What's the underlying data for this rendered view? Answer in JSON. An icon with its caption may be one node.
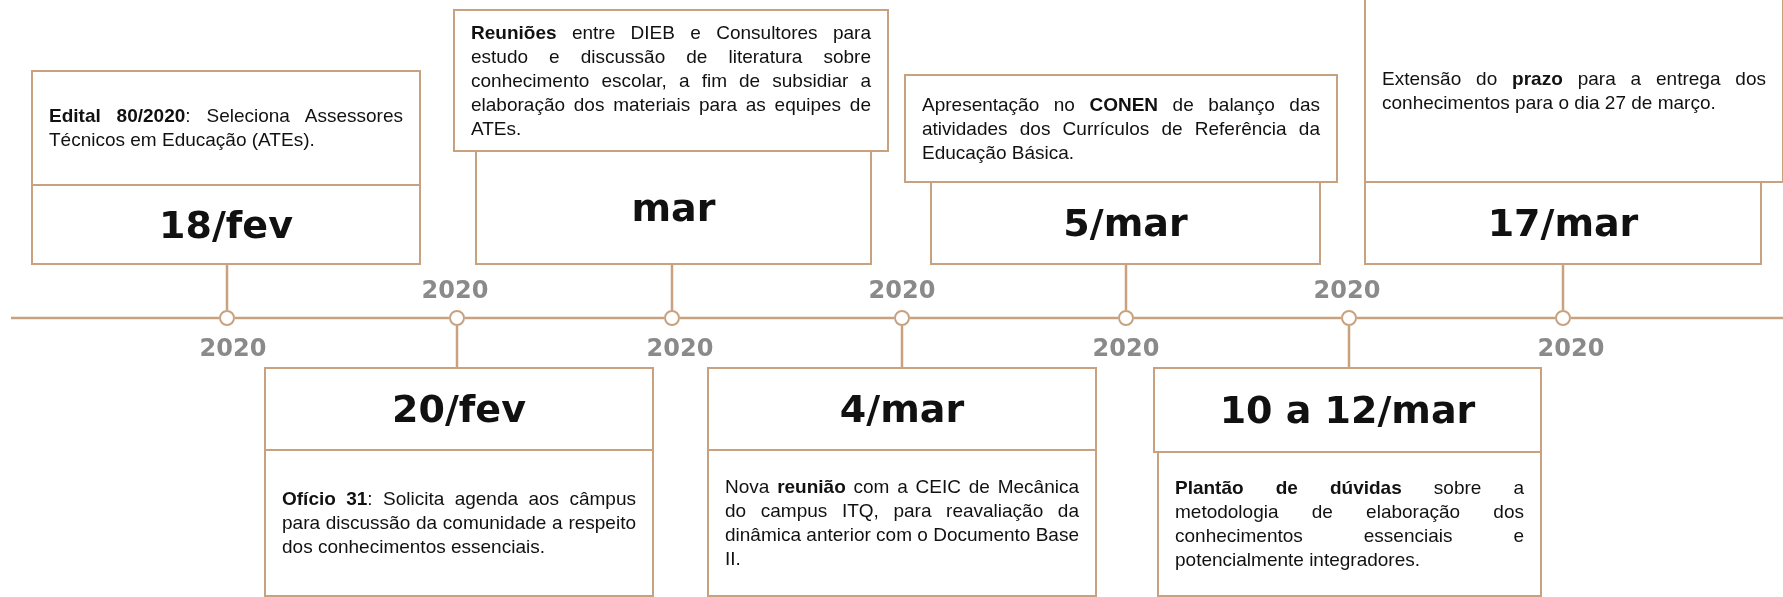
{
  "diagram": {
    "nodes": [
      {
        "text": [
          "**Edital 80/2020**: Seleciona Assessores Técnicos em Educação (ATEs)."
        ]
      },
      {
        "text": [
          "18/fev"
        ]
      },
      {
        "text": [],
        "shape": "circle"
      },
      {
        "text": [
          "**Ofício 31**: Solicita agenda aos câmpus para discussão da comunidade a respeito dos conhecimentos essenciais."
        ]
      },
      {
        "text": [
          "20/fev"
        ]
      },
      {
        "text": [],
        "shape": "circle"
      },
      {
        "text": [
          "**Reuniões** entre DIEB e Consultores para estudo e discussão de literatura sobre conhecimento escolar, a fim de subsidiar a elaboração dos materiais para as equipes de ATEs."
        ]
      },
      {
        "text": [
          "mar"
        ]
      },
      {
        "text": [],
        "shape": "circle"
      },
      {
        "text": [
          "Nova **reunião** com a CEIC de Mecânica do campus ITQ, para reavaliação da dinâmica anterior com o Documento Base II."
        ]
      },
      {
        "text": [
          "4/mar"
        ]
      },
      {
        "text": [],
        "shape": "circle"
      },
      {
        "text": [
          "Apresentação no **CONEN** de balanço das atividades dos Currículos de Referência da Educação Básica."
        ]
      },
      {
        "text": [
          "5/mar"
        ]
      },
      {
        "text": [],
        "shape": "circle"
      },
      {
        "text": [
          "**Plantão de dúvidas** sobre a metodologia de elaboração dos conhecimentos essenciais e potencialmente integradores."
        ]
      },
      {
        "text": [
          "10 a 12/mar"
        ]
      },
      {
        "text": [],
        "shape": "circle"
      },
      {
        "text": [
          "Extensão do **prazo** para a entrega dos conhecimentos para o dia 27 de março."
        ]
      },
      {
        "text": [
          "17/mar"
        ]
      },
      {
        "text": [],
        "shape": "circle"
      }
    ],
    "edges": [
      {
        "from": 2,
        "to": 1,
        "arrow": "none"
      },
      {
        "from": 5,
        "to": 4,
        "arrow": "none"
      },
      {
        "from": 8,
        "to": 7,
        "arrow": "none"
      },
      {
        "from": 11,
        "to": 10,
        "arrow": "none"
      },
      {
        "from": 14,
        "to": 13,
        "arrow": "none"
      },
      {
        "from": 17,
        "to": 16,
        "arrow": "none"
      },
      {
        "from": 20,
        "to": 19,
        "arrow": "none"
      },
      {
        "from": 2,
        "to": 5,
        "arrow": "none"
      },
      {
        "from": 5,
        "to": 8,
        "arrow": "none"
      },
      {
        "from": 8,
        "to": 11,
        "arrow": "none"
      },
      {
        "from": 11,
        "to": 14,
        "arrow": "none"
      },
      {
        "from": 14,
        "to": 17,
        "arrow": "none"
      },
      {
        "from": 17,
        "to": 20,
        "arrow": "none"
      }
    ],
    "labels": [
      "2020",
      "2020",
      "2020",
      "2020",
      "2020",
      "2020",
      "2020"
    ]
  }
}
